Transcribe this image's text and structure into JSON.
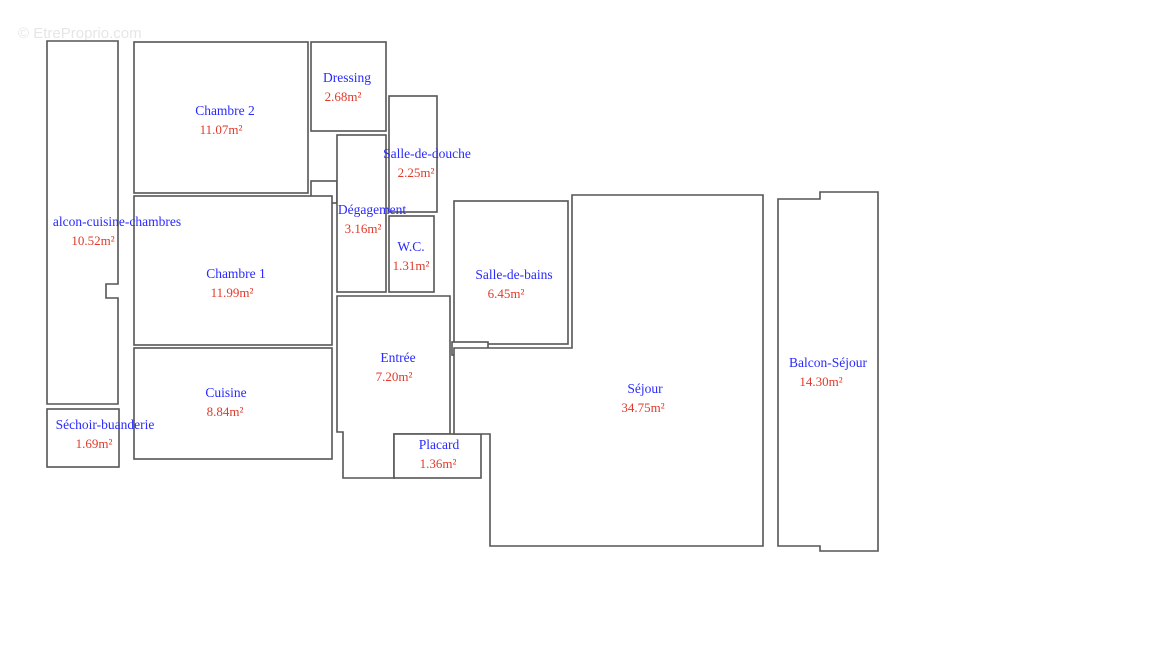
{
  "watermark": "© EtreProprio.com",
  "colors": {
    "name": "#2a2aff",
    "area": "#e03a2a",
    "wall": "#555555"
  },
  "rooms": [
    {
      "id": "balcon-cuisine-chambres",
      "name": "alcon-cuisine-chambres",
      "area": "10.52m²"
    },
    {
      "id": "sechoir-buanderie",
      "name": "Séchoir-buanderie",
      "area": "1.69m²"
    },
    {
      "id": "chambre-2",
      "name": "Chambre 2",
      "area": "11.07m²"
    },
    {
      "id": "dressing",
      "name": "Dressing",
      "area": "2.68m²"
    },
    {
      "id": "salle-de-douche",
      "name": "Salle-de-douche",
      "area": "2.25m²"
    },
    {
      "id": "degagement",
      "name": "Dégagement",
      "area": "3.16m²"
    },
    {
      "id": "wc",
      "name": "W.C.",
      "area": "1.31m²"
    },
    {
      "id": "chambre-1",
      "name": "Chambre 1",
      "area": "11.99m²"
    },
    {
      "id": "cuisine",
      "name": "Cuisine",
      "area": "8.84m²"
    },
    {
      "id": "entree",
      "name": "Entrée",
      "area": "7.20m²"
    },
    {
      "id": "placard",
      "name": "Placard",
      "area": "1.36m²"
    },
    {
      "id": "salle-de-bains",
      "name": "Salle-de-bains",
      "area": "6.45m²"
    },
    {
      "id": "sejour",
      "name": "Séjour",
      "area": "34.75m²"
    },
    {
      "id": "balcon-sejour",
      "name": "Balcon-Séjour",
      "area": "14.30m²"
    }
  ]
}
